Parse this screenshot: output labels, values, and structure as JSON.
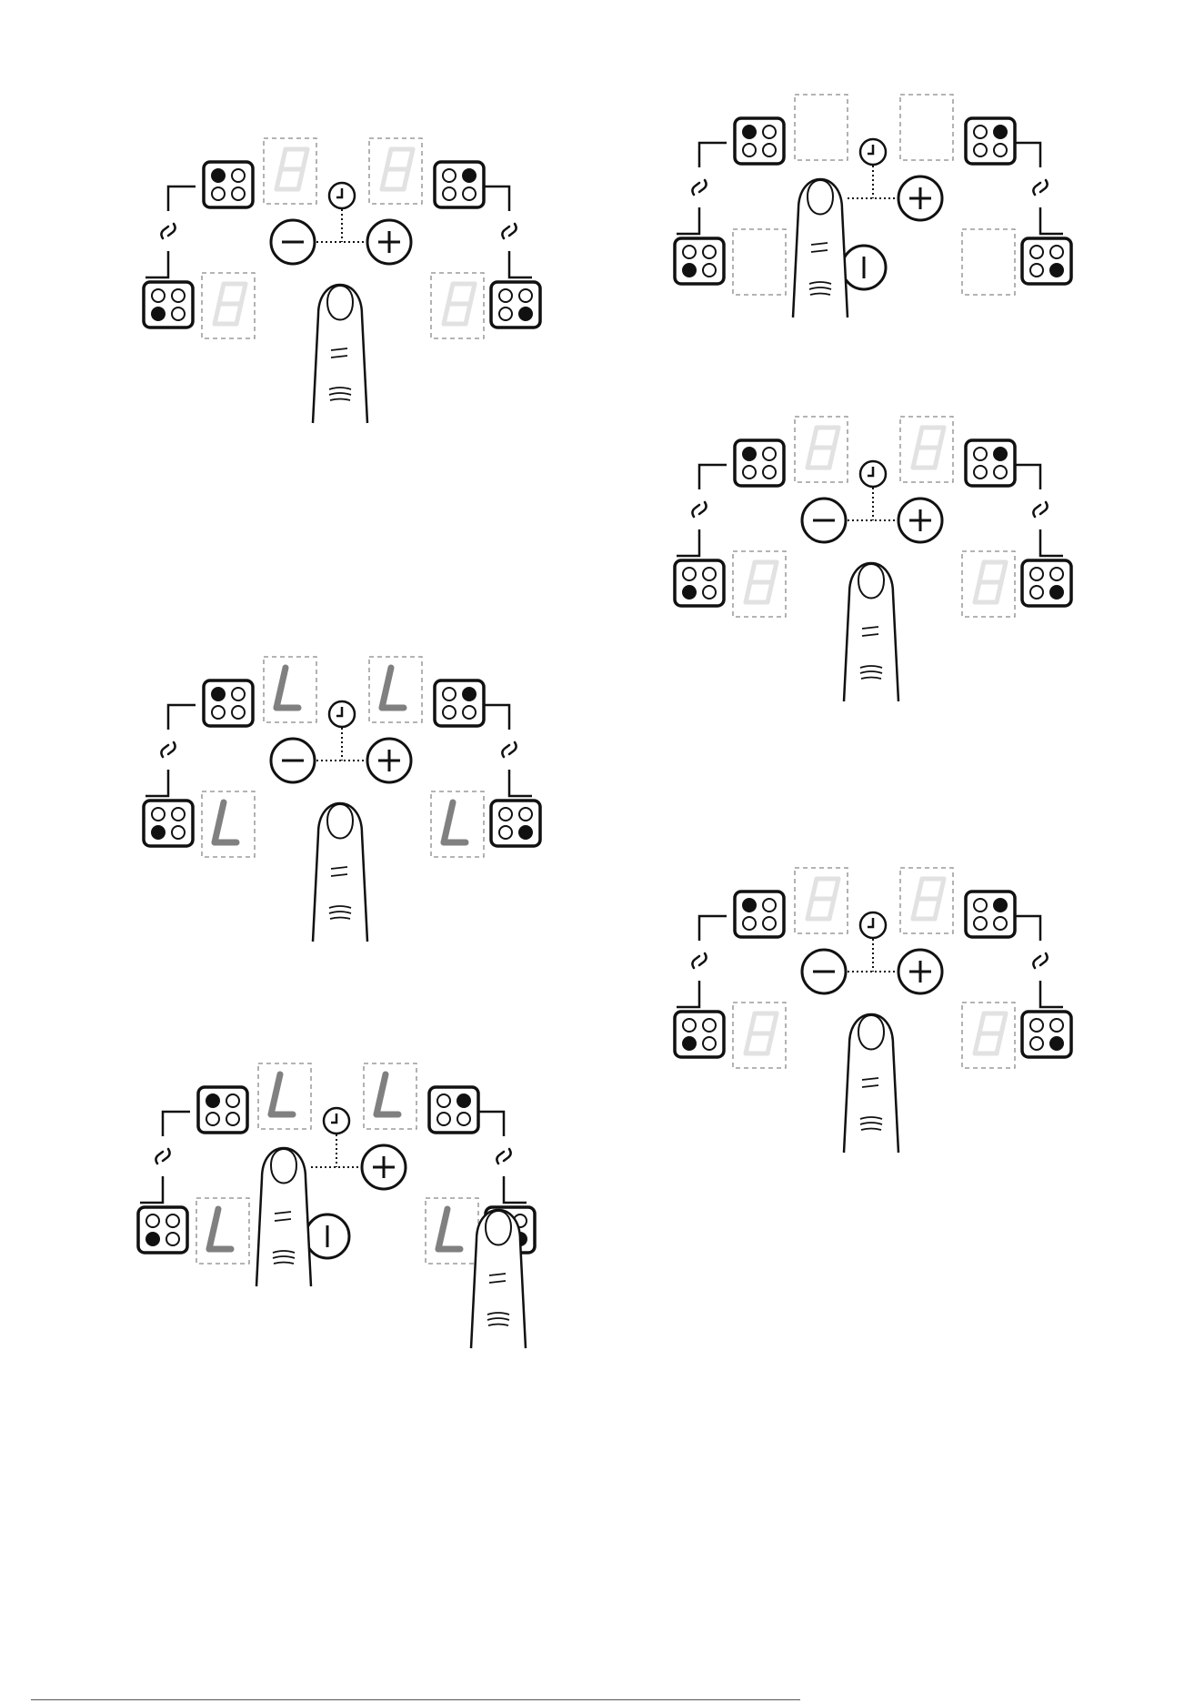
{
  "panels": [
    {
      "id": "panel-1",
      "displays": {
        "front_left": "8",
        "rear_left": "8",
        "rear_right": "8",
        "front_right": "8"
      },
      "display_state": "dim",
      "minus_visible": true,
      "power_visible": false,
      "touch": [
        "below-center"
      ]
    },
    {
      "id": "panel-2",
      "displays": {
        "front_left": "",
        "rear_left": "",
        "rear_right": "",
        "front_right": ""
      },
      "display_state": "empty",
      "minus_visible": false,
      "power_visible": true,
      "touch": [
        "minus"
      ]
    },
    {
      "id": "panel-3",
      "displays": {
        "front_left": "8",
        "rear_left": "8",
        "rear_right": "8",
        "front_right": "8"
      },
      "display_state": "dim",
      "minus_visible": true,
      "power_visible": false,
      "touch": [
        "below-center"
      ]
    },
    {
      "id": "panel-4",
      "displays": {
        "front_left": "L",
        "rear_left": "L",
        "rear_right": "L",
        "front_right": "L"
      },
      "display_state": "lit",
      "minus_visible": true,
      "power_visible": false,
      "touch": [
        "below-center"
      ]
    },
    {
      "id": "panel-5",
      "displays": {
        "front_left": "8",
        "rear_left": "8",
        "rear_right": "8",
        "front_right": "8"
      },
      "display_state": "dim",
      "minus_visible": true,
      "power_visible": false,
      "touch": [
        "below-center"
      ]
    },
    {
      "id": "panel-6",
      "displays": {
        "front_left": "L",
        "rear_left": "L",
        "rear_right": "L",
        "front_right": "L"
      },
      "display_state": "lit",
      "minus_visible": false,
      "power_visible": true,
      "touch": [
        "minus",
        "front-right-zone"
      ]
    }
  ],
  "icons": {
    "zone": "hob-zone-icon",
    "link": "bridge-link-icon",
    "timer": "timer-clock-icon",
    "minus": "minus-button-icon",
    "plus": "plus-button-icon",
    "power": "power-button-icon",
    "finger": "finger-touch-icon"
  },
  "colors": {
    "line": "#111111",
    "dim_digit": "#e2e2e2",
    "lit_digit": "#808080",
    "frame": "#888888"
  }
}
